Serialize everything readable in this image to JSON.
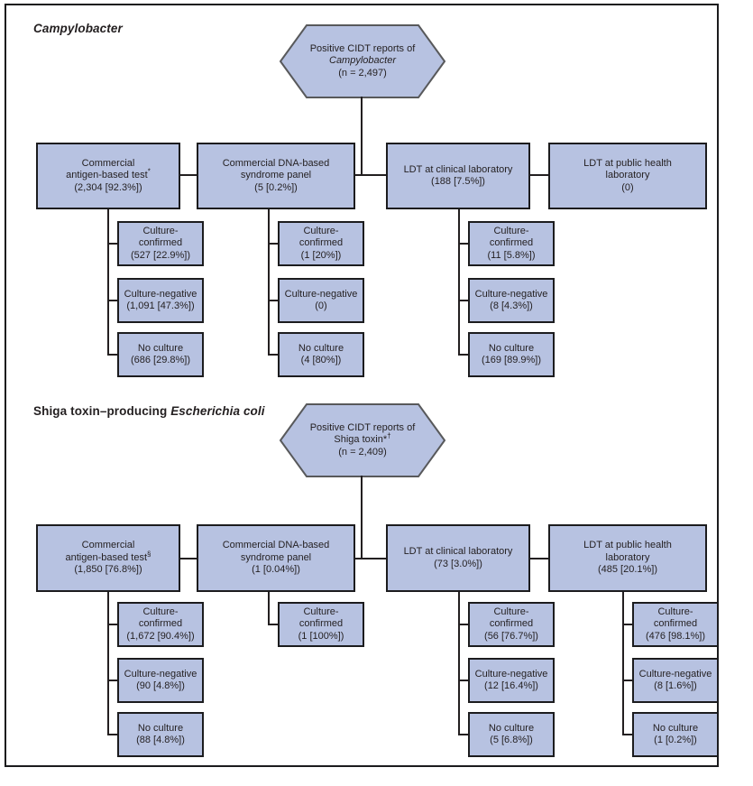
{
  "style": {
    "node_fill": "#b7c2e1",
    "node_border": "#1c1c1e",
    "hex_border": "#58595b",
    "connector": "#231f20",
    "text": "#231f20"
  },
  "campy": {
    "title": "Campylobacter",
    "hex": {
      "l1": "Positive CIDT reports of",
      "l2": "Campylobacter",
      "l3": "(n = 2,497)"
    },
    "b": [
      {
        "l1": "Commercial",
        "l2": "antigen-based test",
        "sup": "*",
        "value": "(2,304 [92.3%])",
        "children": [
          {
            "l1": "Culture-",
            "l2": "confirmed",
            "value": "(527 [22.9%])"
          },
          {
            "l1": "Culture-negative",
            "value": "(1,091 [47.3%])"
          },
          {
            "l1": "No culture",
            "value": "(686 [29.8%])"
          }
        ]
      },
      {
        "l1": "Commercial DNA-based",
        "l2": "syndrome panel",
        "value": "(5 [0.2%])",
        "children": [
          {
            "l1": "Culture-",
            "l2": "confirmed",
            "value": "(1 [20%])"
          },
          {
            "l1": "Culture-negative",
            "value": "(0)"
          },
          {
            "l1": "No culture",
            "value": "(4 [80%])"
          }
        ]
      },
      {
        "l1": "LDT at clinical laboratory",
        "value": "(188 [7.5%])",
        "children": [
          {
            "l1": "Culture-",
            "l2": "confirmed",
            "value": "(11 [5.8%])"
          },
          {
            "l1": "Culture-negative",
            "value": "(8 [4.3%])"
          },
          {
            "l1": "No culture",
            "value": "(169 [89.9%])"
          }
        ]
      },
      {
        "l1": "LDT at public health",
        "l2": "laboratory",
        "value": "(0)",
        "children": []
      }
    ]
  },
  "stec": {
    "title_a": "Shiga toxin–producing ",
    "title_b": "Escherichia coli",
    "hex": {
      "l1": "Positive CIDT reports of",
      "l2": "Shiga toxin*",
      "sup": "†",
      "l3": "(n = 2,409)"
    },
    "b": [
      {
        "l1": "Commercial",
        "l2": "antigen-based test",
        "sup": "§",
        "value": "(1,850 [76.8%])",
        "children": [
          {
            "l1": "Culture-",
            "l2": "confirmed",
            "value": "(1,672 [90.4%])"
          },
          {
            "l1": "Culture-negative",
            "value": "(90 [4.8%])"
          },
          {
            "l1": "No culture",
            "value": "(88 [4.8%])"
          }
        ]
      },
      {
        "l1": "Commercial DNA-based",
        "l2": "syndrome panel",
        "value": "(1 [0.04%])",
        "children": [
          {
            "l1": "Culture-",
            "l2": "confirmed",
            "value": "(1 [100%])"
          }
        ]
      },
      {
        "l1": "LDT at clinical laboratory",
        "value": "(73 [3.0%])",
        "children": [
          {
            "l1": "Culture-",
            "l2": "confirmed",
            "value": "(56 [76.7%])"
          },
          {
            "l1": "Culture-negative",
            "value": "(12 [16.4%])"
          },
          {
            "l1": "No culture",
            "value": "(5 [6.8%])"
          }
        ]
      },
      {
        "l1": "LDT at public health",
        "l2": "laboratory",
        "value": "(485 [20.1%])",
        "children": [
          {
            "l1": "Culture-",
            "l2": "confirmed",
            "value": "(476 [98.1%])"
          },
          {
            "l1": "Culture-negative",
            "value": "(8 [1.6%])"
          },
          {
            "l1": "No culture",
            "value": "(1 [0.2%])"
          }
        ]
      }
    ]
  }
}
